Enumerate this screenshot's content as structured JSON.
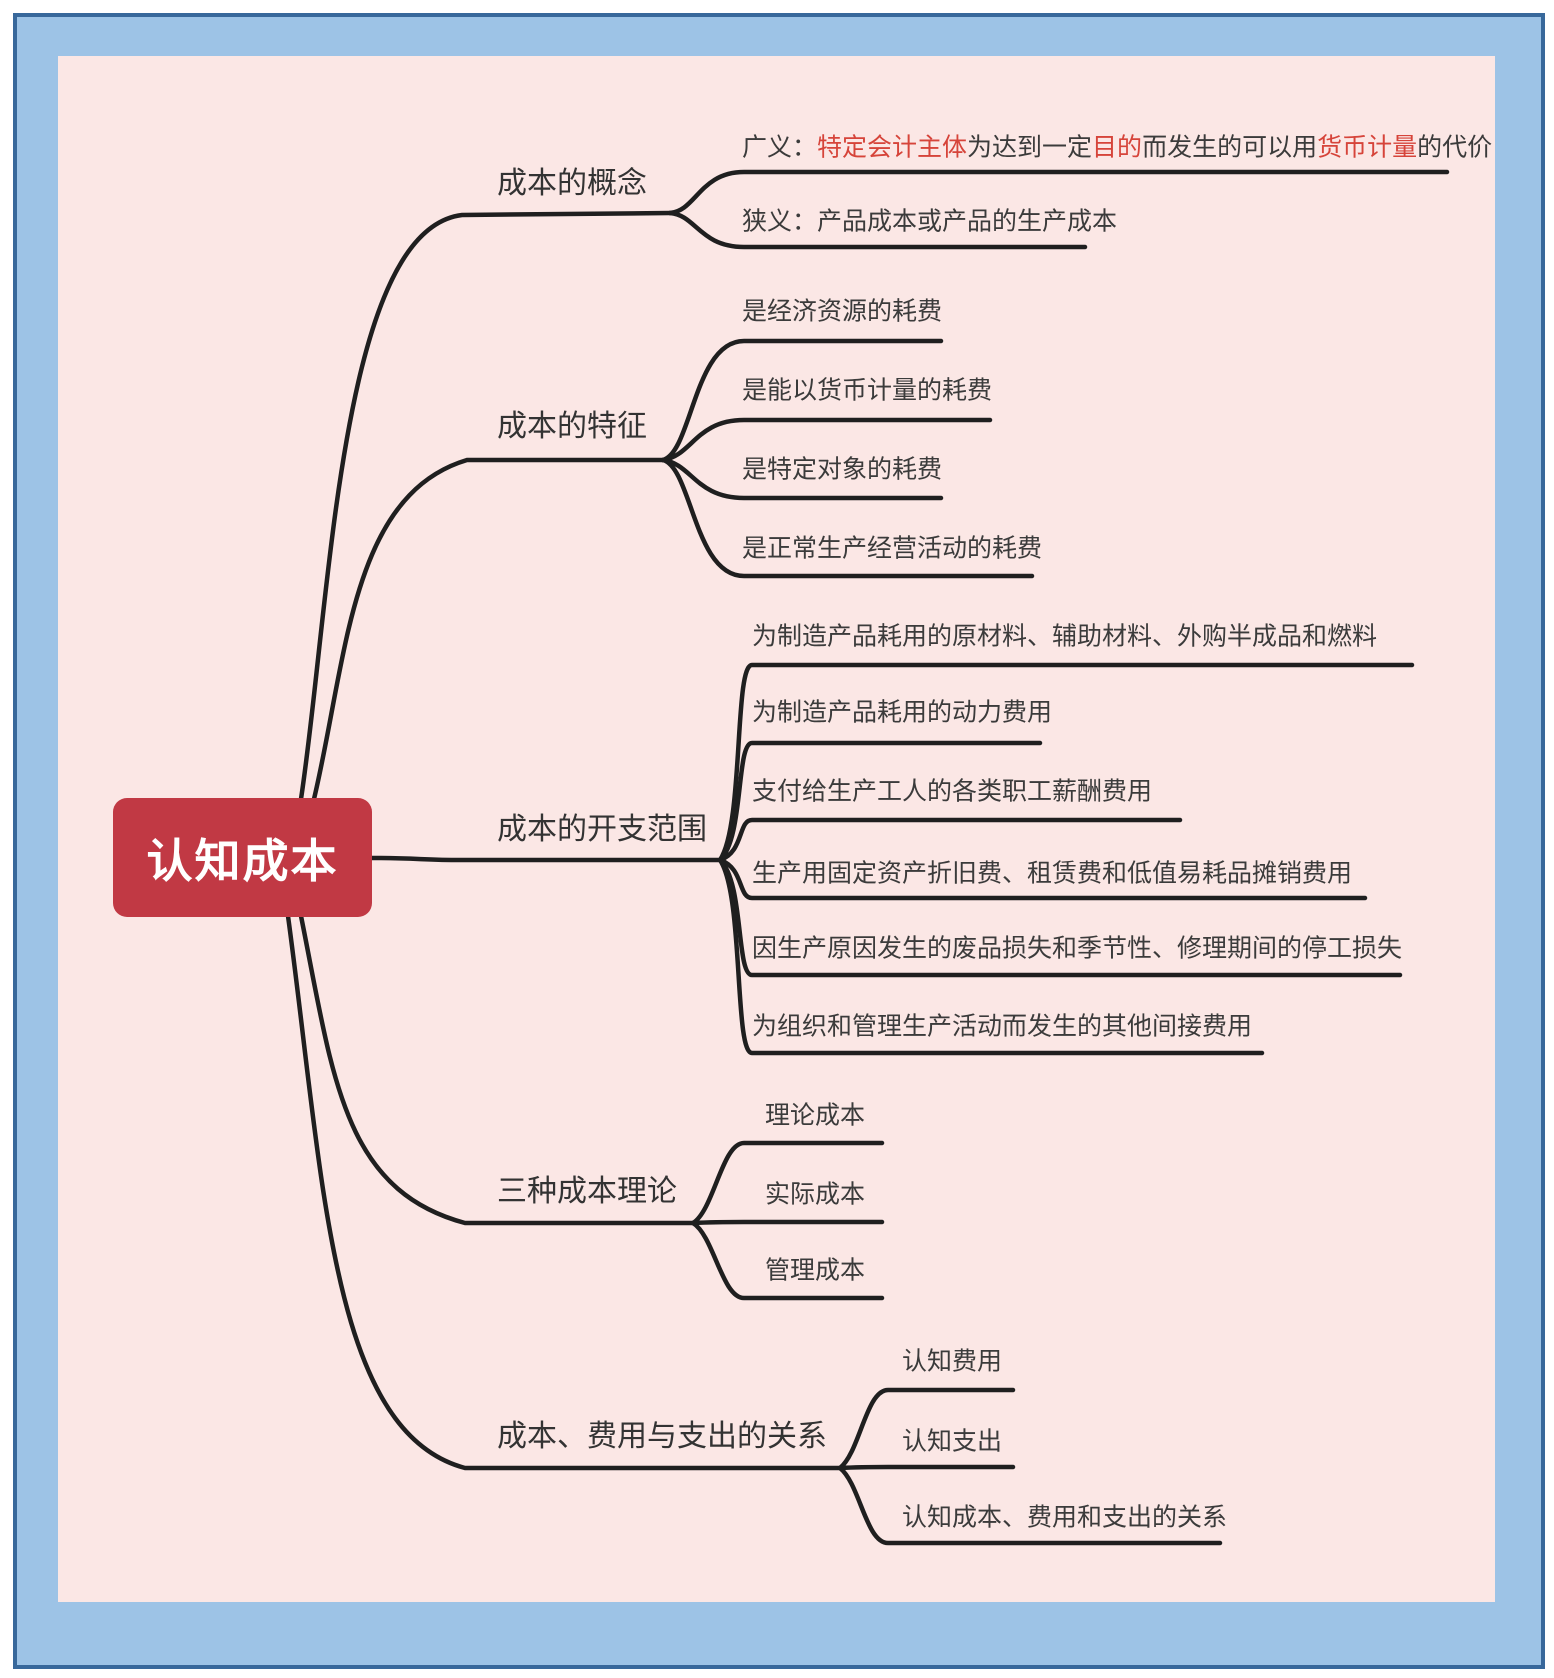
{
  "root": {
    "label": "认知成本"
  },
  "branches": [
    {
      "label": "成本的概念",
      "children": [
        {
          "parts": [
            {
              "text": "广义：",
              "color": "dark"
            },
            {
              "text": "特定会计主体",
              "color": "red"
            },
            {
              "text": "为达到一定",
              "color": "dark"
            },
            {
              "text": "目的",
              "color": "red"
            },
            {
              "text": "而发生的可以用",
              "color": "dark"
            },
            {
              "text": "货币计量",
              "color": "red"
            },
            {
              "text": "的代价",
              "color": "dark"
            }
          ]
        },
        {
          "label": "狭义：产品成本或产品的生产成本"
        }
      ]
    },
    {
      "label": "成本的特征",
      "children": [
        {
          "label": "是经济资源的耗费"
        },
        {
          "label": "是能以货币计量的耗费"
        },
        {
          "label": "是特定对象的耗费"
        },
        {
          "label": "是正常生产经营活动的耗费"
        }
      ]
    },
    {
      "label": "成本的开支范围",
      "children": [
        {
          "label": "为制造产品耗用的原材料、辅助材料、外购半成品和燃料"
        },
        {
          "label": "为制造产品耗用的动力费用"
        },
        {
          "label": "支付给生产工人的各类职工薪酬费用"
        },
        {
          "label": "生产用固定资产折旧费、租赁费和低值易耗品摊销费用"
        },
        {
          "label": "因生产原因发生的废品损失和季节性、修理期间的停工损失"
        },
        {
          "label": "为组织和管理生产活动而发生的其他间接费用"
        }
      ]
    },
    {
      "label": "三种成本理论",
      "children": [
        {
          "label": "理论成本"
        },
        {
          "label": "实际成本"
        },
        {
          "label": "管理成本"
        }
      ]
    },
    {
      "label": "成本、费用与支出的关系",
      "children": [
        {
          "label": "认知费用"
        },
        {
          "label": "认知支出"
        },
        {
          "label": "认知成本、费用和支出的关系"
        }
      ]
    }
  ],
  "colors": {
    "root_bg": "#C13944",
    "highlight_red": "#D6443A",
    "line": "#1F1F1F",
    "text": "#3B3B3B",
    "frame_fill": "#9DC3E6",
    "frame_border": "#38689B",
    "paper_bg": "#FBE7E5"
  }
}
